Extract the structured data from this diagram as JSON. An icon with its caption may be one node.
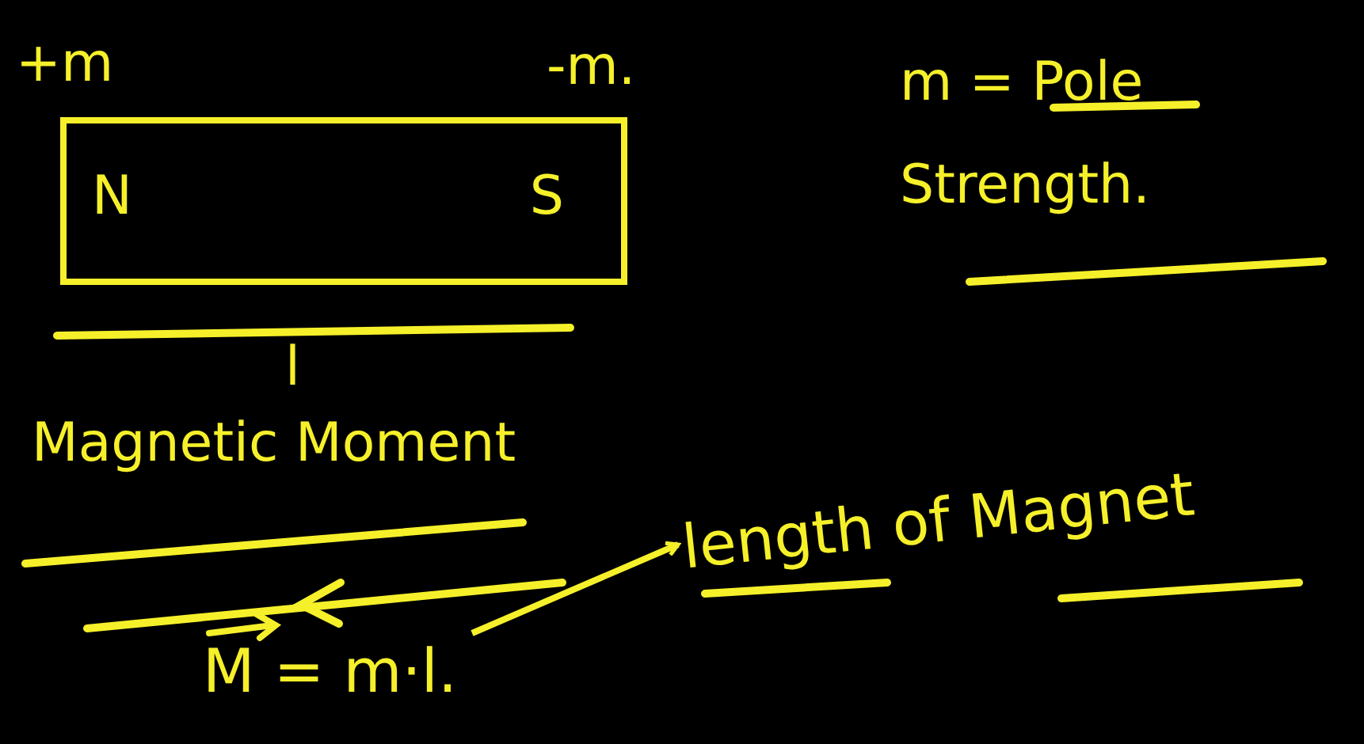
{
  "diagram": {
    "nodes": [
      {
        "text": [
          "N",
          "S"
        ]
      },
      {
        "text": [
          "M = m·l."
        ]
      },
      {
        "text": [
          "length of Magnet"
        ]
      }
    ],
    "edges": [
      {
        "from": 1,
        "to": 2,
        "arrow": "to"
      }
    ],
    "labels": [
      "+m",
      "-m.",
      "m = Pole Strength.",
      "l",
      "Magnetic Moment"
    ]
  }
}
